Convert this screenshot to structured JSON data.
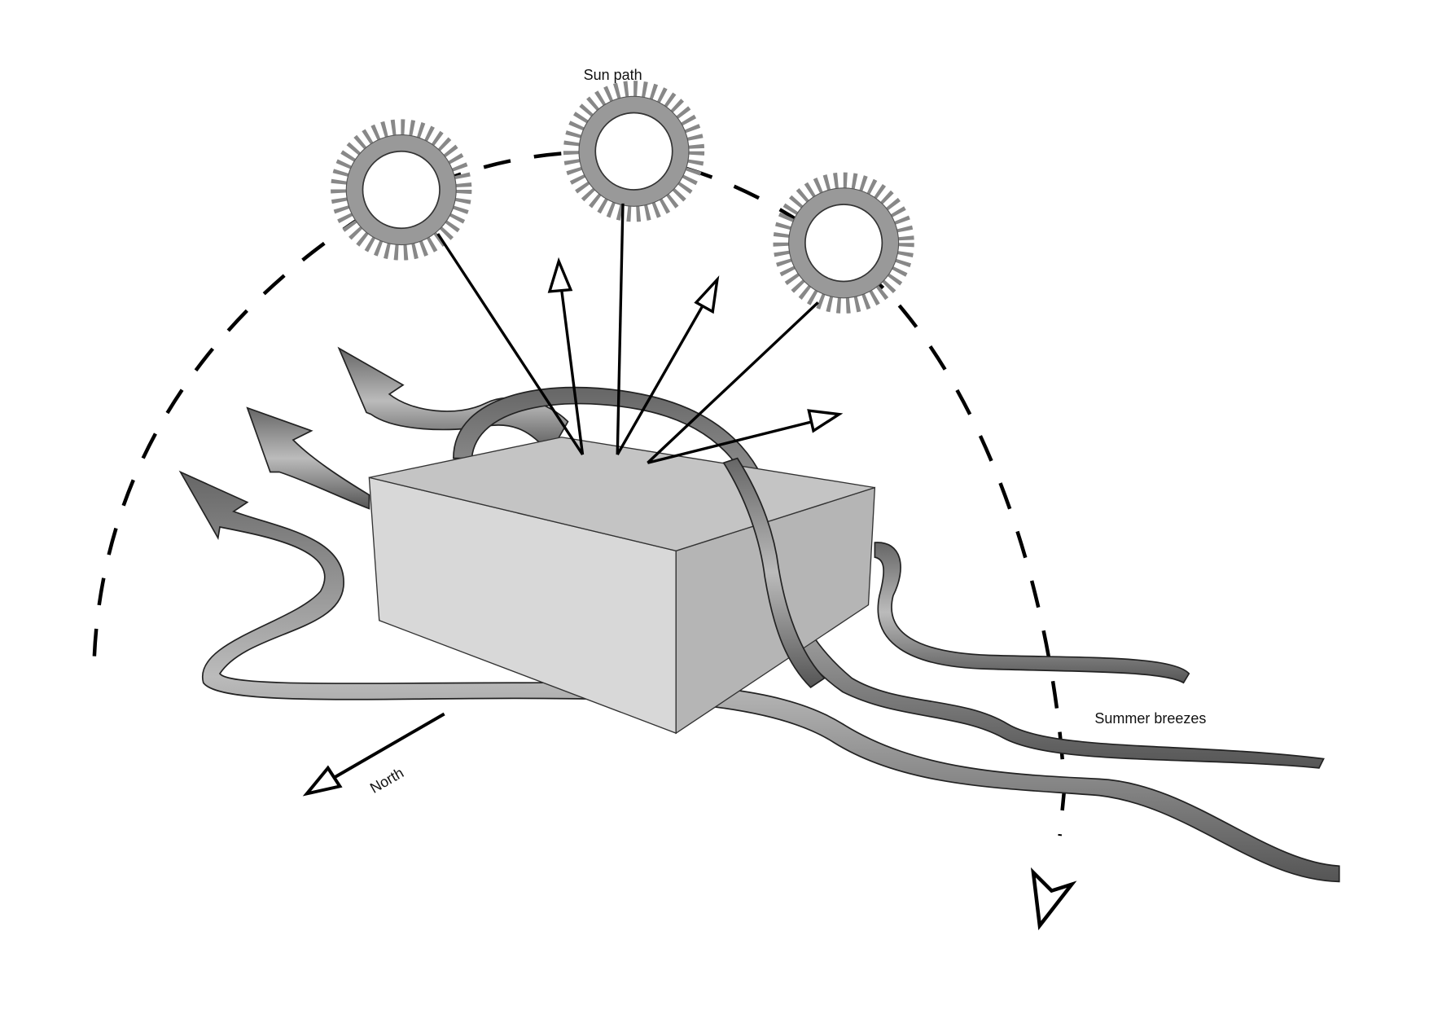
{
  "labels": {
    "sun_path": "Sun path",
    "summer_breezes": "Summer breezes",
    "north": "North"
  },
  "colors": {
    "ribbon_fill": "#8a8a8a",
    "box_top": "#c4c4c4",
    "box_left": "#d8d8d8",
    "box_right": "#b5b5b5",
    "sun_ray": "#888888"
  }
}
